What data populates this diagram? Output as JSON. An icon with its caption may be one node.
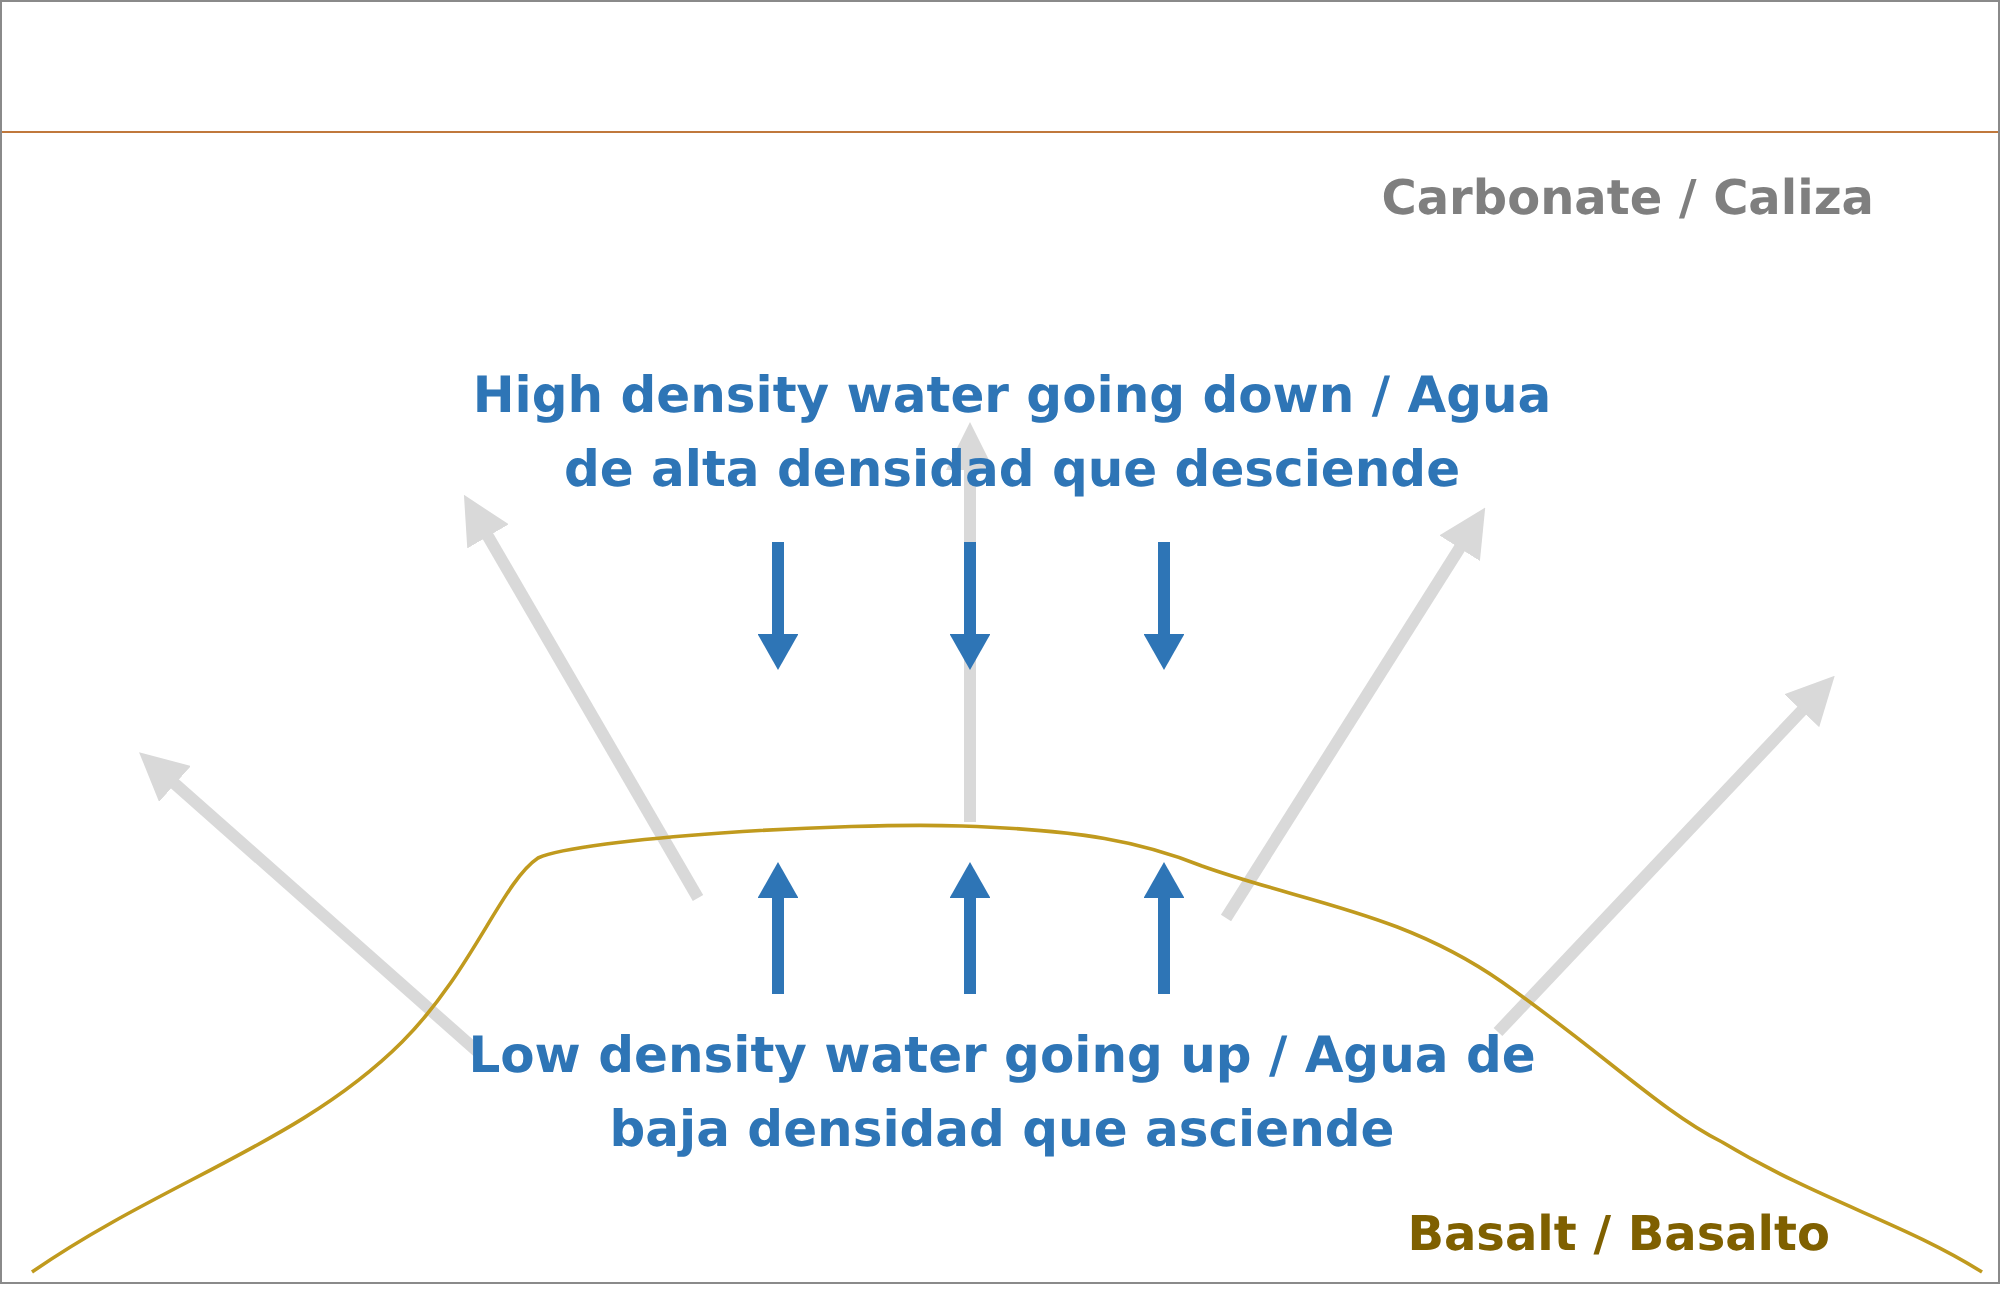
{
  "diagram": {
    "labels": [
      "Carbonate / Caliza",
      "High density water going down / Agua de alta densidad que desciende",
      "Low density water going up / Agua de baja densidad que asciende",
      "Basalt / Basalto"
    ]
  }
}
